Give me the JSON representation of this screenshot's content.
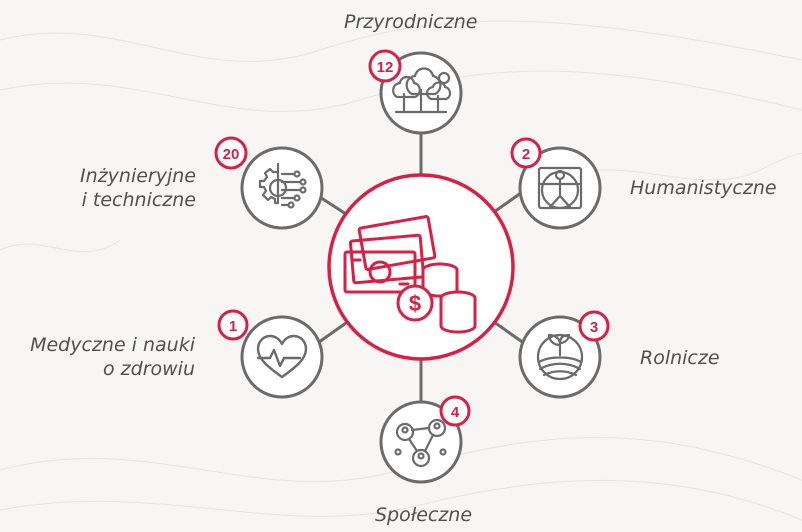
{
  "colors": {
    "accent": "#d91f43",
    "node_stroke": "#6b6b6b",
    "text": "#505050",
    "background": "#f7f6f5"
  },
  "center": {
    "icon": "money-coins-icon"
  },
  "nodes": [
    {
      "id": "przyrodniczne",
      "label_lines": [
        "Przyrodniczne"
      ],
      "count": "12",
      "icon": "trees-icon"
    },
    {
      "id": "humanistyczne",
      "label_lines": [
        "Humanistyczne"
      ],
      "count": "2",
      "icon": "vitruvian-man-icon"
    },
    {
      "id": "rolnicze",
      "label_lines": [
        "Rolnicze"
      ],
      "count": "3",
      "icon": "sprout-field-icon"
    },
    {
      "id": "spoleczne",
      "label_lines": [
        "Społeczne"
      ],
      "count": "4",
      "icon": "people-network-icon"
    },
    {
      "id": "medyczne",
      "label_lines": [
        "Medyczne i nauki",
        "o zdrowiu"
      ],
      "count": "1",
      "icon": "heart-pulse-icon"
    },
    {
      "id": "inzynieryjne",
      "label_lines": [
        "Inżynieryjne",
        "i techniczne"
      ],
      "count": "20",
      "icon": "gear-circuit-icon"
    }
  ]
}
